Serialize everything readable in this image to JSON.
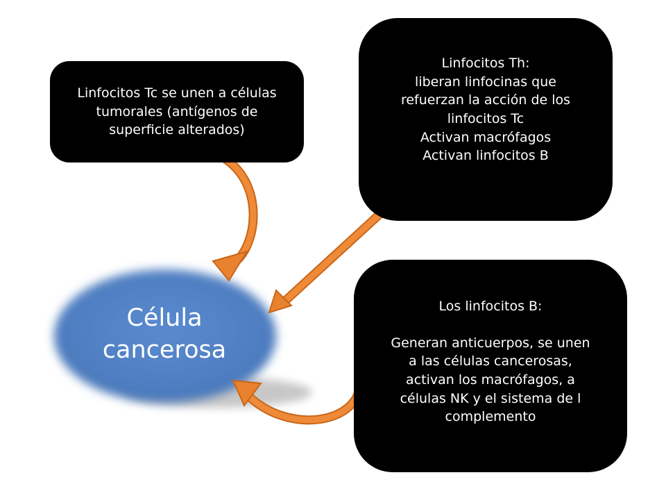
{
  "cell": {
    "line1": "Célula",
    "line2": "cancerosa",
    "color": "#4f7fc2"
  },
  "arrow_color": "#e8822e",
  "box_tc": {
    "lines": [
      "Linfocitos Tc se unen a células",
      "tumorales (antígenos de",
      "superficie  alterados)"
    ]
  },
  "box_th": {
    "lines": [
      "Linfocitos Th:",
      "liberan linfocinas que",
      "refuerzan la acción de los",
      "linfocitos Tc",
      "Activan macrófagos",
      "Activan linfocitos B"
    ]
  },
  "box_b": {
    "title": "Los linfocitos B:",
    "lines": [
      "Generan anticuerpos, se unen",
      "a las células cancerosas,",
      "activan los macrófagos,  a",
      "células NK y el sistema de l",
      "complemento"
    ]
  }
}
